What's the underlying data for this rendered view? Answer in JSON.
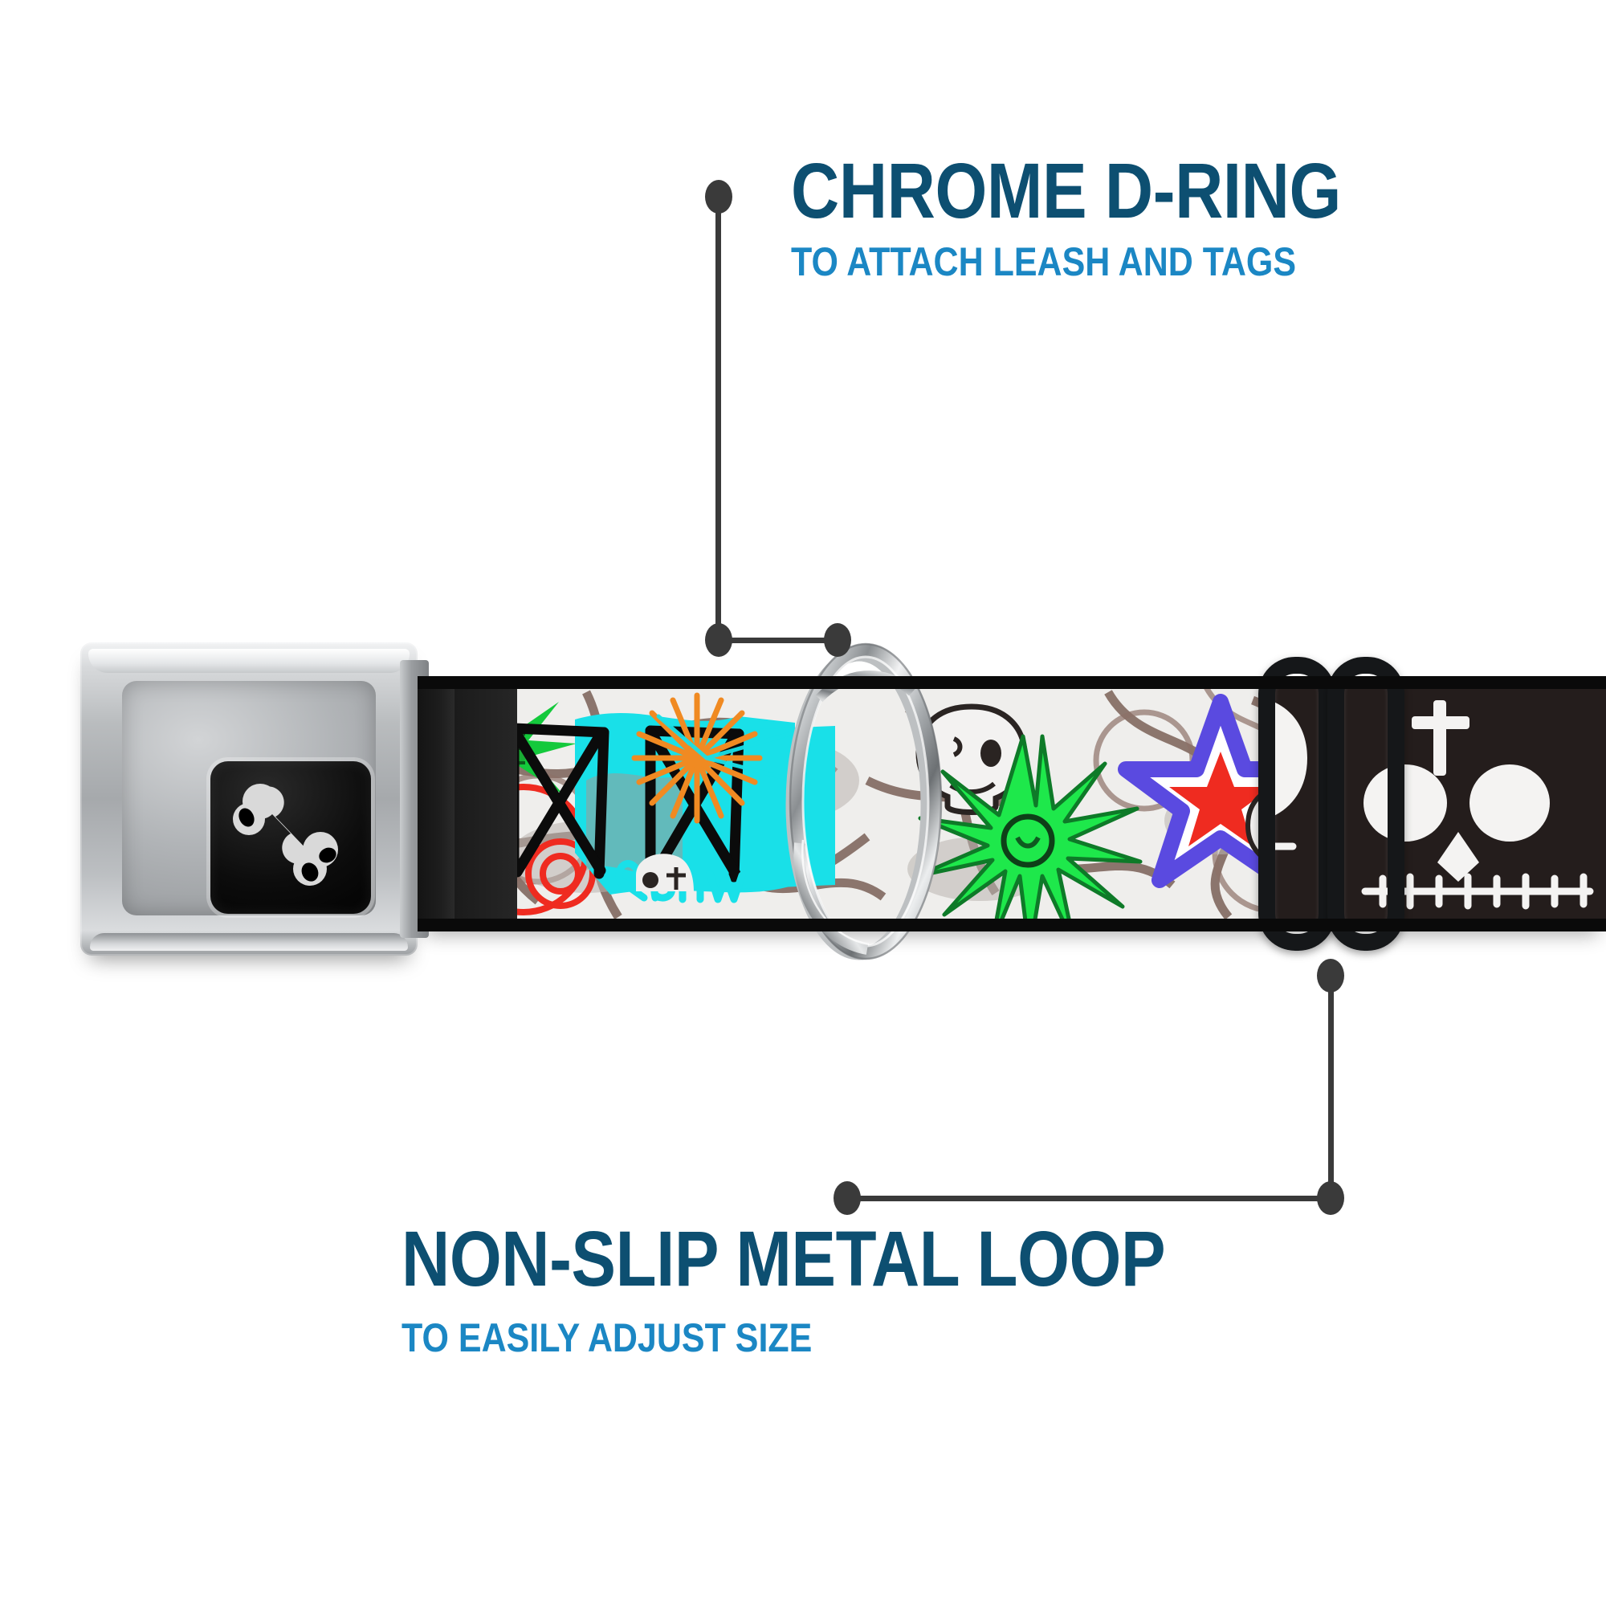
{
  "page": {
    "background": "#ffffff",
    "title_color": "#0d4f71",
    "subtitle_color": "#1b87c4",
    "leader_color": "#3a3a3a"
  },
  "callouts": [
    {
      "id": "chrome-d-ring",
      "title": "CHROME D-RING",
      "subtitle": "TO ATTACH LEASH AND TAGS"
    },
    {
      "id": "non-slip-metal-loop",
      "title": "NON-SLIP METAL LOOP",
      "subtitle": "TO EASILY ADJUST SIZE"
    }
  ],
  "product": {
    "type": "seatbelt-buckle-dog-collar",
    "buckle": {
      "name": "seatbelt-buckle",
      "finish": "chrome",
      "plate_color": "#aeb1b4",
      "window_color": "#000000",
      "icon": "dog-bone-icon",
      "icon_color": "#d8d8d8"
    },
    "strap": {
      "name": "collar-strap",
      "pattern": "graffiti-skulls-and-stars",
      "edge_color": "#0a0a0a",
      "base_color": "#efeeec",
      "accent_colors": {
        "cyan": "#19e0e8",
        "green": "#14c93c",
        "bright_green": "#1ee84b",
        "red": "#ef2b20",
        "orange": "#f08a22",
        "blue": "#5a4ae0",
        "brown": "#7a6057",
        "black": "#141414"
      },
      "motifs": [
        "green-starburst",
        "red-circles",
        "cyan-block-tags",
        "orange-starburst",
        "white-skull",
        "green-spiked-sun",
        "blue-star-with-red-center",
        "black-skull-panel",
        "cross"
      ]
    },
    "d_ring": {
      "name": "chrome-d-ring",
      "finish": "chrome"
    },
    "metal_loop": {
      "name": "non-slip-metal-loop",
      "finish": "matte-black"
    }
  }
}
